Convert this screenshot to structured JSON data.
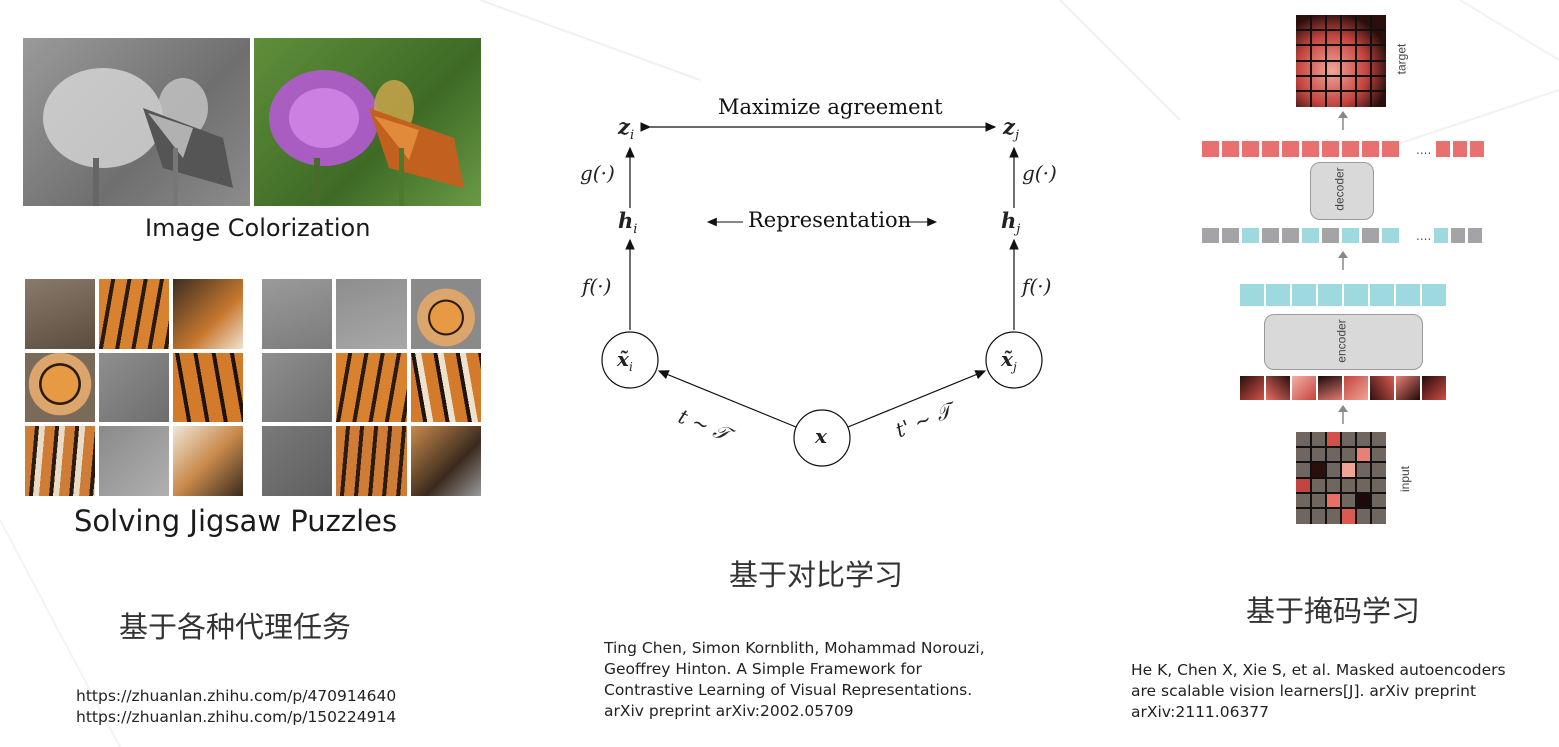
{
  "proxy_tasks": {
    "colorization_label": "Image Colorization",
    "jigsaw_label": "Solving Jigsaw Puzzles",
    "section_title": "基于各种代理任务",
    "links": [
      "https://zhuanlan.zhihu.com/p/470914640",
      "https://zhuanlan.zhihu.com/p/150224914"
    ]
  },
  "contrastive": {
    "top_label": "Maximize agreement",
    "middle_label": "Representation",
    "z_i": "z",
    "z_j": "z",
    "sub_i": "i",
    "sub_j": "j",
    "h_i": "h",
    "h_j": "h",
    "g_label": "g(·)",
    "f_label": "f(·)",
    "x_tilde": "x̃",
    "x": "x",
    "t_label_left": "t ∼ 𝒯",
    "t_label_right": "t' ∼ 𝒯",
    "section_title": "基于对比学习",
    "citation": [
      "Ting Chen, Simon Kornblith, Mohammad Norouzi,",
      "Geoffrey Hinton. A Simple Framework for",
      "Contrastive Learning of Visual Representations.",
      "arXiv preprint arXiv:2002.05709"
    ]
  },
  "masked": {
    "target_label": "target",
    "decoder_label": "decoder",
    "encoder_label": "encoder",
    "input_label": "input",
    "ellipsis": "....",
    "section_title": "基于掩码学习",
    "citation": [
      "He K, Chen X, Xie S, et al. Masked autoencoders",
      "are scalable vision learners[J]. arXiv preprint",
      "arXiv:2111.06377"
    ]
  },
  "colors": {
    "red_token": "#e8716f",
    "cyan_token": "#9ed9df",
    "gray_token": "#a3a3a8",
    "box_fill": "#d9d9d9"
  }
}
